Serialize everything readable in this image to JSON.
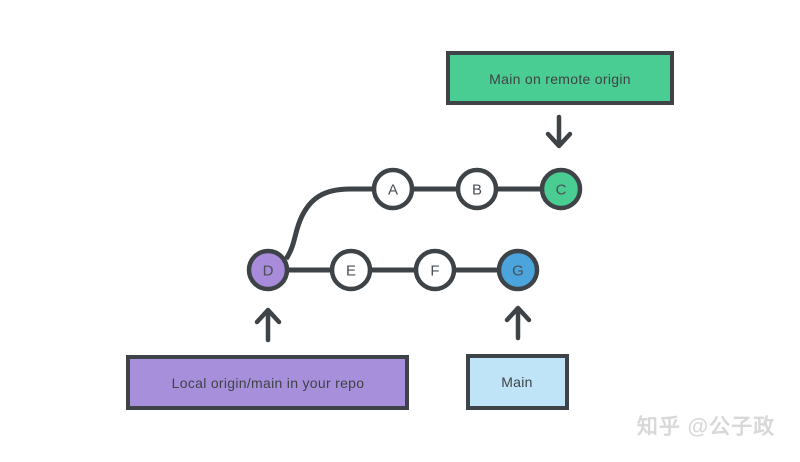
{
  "colors": {
    "stroke": "#3E4347",
    "text": "#3E4347",
    "node_letter": "#4A4F55",
    "green": "#4ACD92",
    "purple_box": "#A78FDB",
    "blue_box": "#BFE3F7",
    "white": "#FFFFFF",
    "watermark": "#D8D8D8"
  },
  "boxes": {
    "remote": "Main on remote origin",
    "local": "Local origin/main in your repo",
    "main": "Main"
  },
  "graph": {
    "nodes": [
      {
        "id": "A",
        "label": "A",
        "color": "#FFFFFF"
      },
      {
        "id": "B",
        "label": "B",
        "color": "#FFFFFF"
      },
      {
        "id": "C",
        "label": "C",
        "color": "#4ACD92"
      },
      {
        "id": "D",
        "label": "D",
        "color": "#A98BDB"
      },
      {
        "id": "E",
        "label": "E",
        "color": "#FFFFFF"
      },
      {
        "id": "F",
        "label": "F",
        "color": "#FFFFFF"
      },
      {
        "id": "G",
        "label": "G",
        "color": "#4BA4DC"
      }
    ],
    "edges": [
      "A-B",
      "B-C",
      "D-E",
      "E-F",
      "F-G",
      "D-A"
    ]
  },
  "watermark": "知乎 @公子政"
}
